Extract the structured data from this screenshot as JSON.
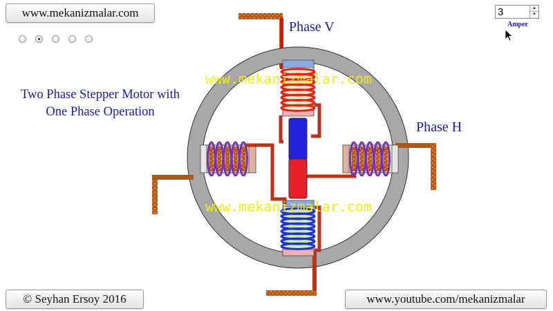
{
  "header": {
    "site_button": "www.mekanizmalar.com"
  },
  "radio_group": {
    "count": 5,
    "selected_index": 1
  },
  "title": {
    "line1": "Two Phase Stepper Motor with",
    "line2": "One Phase Operation"
  },
  "phases": {
    "v_label": "Phase V",
    "h_label": "Phase H"
  },
  "current": {
    "value": "3",
    "unit_label": "Amper"
  },
  "watermarks": {
    "top": "www.mekanizmalar.com",
    "bottom": "www.mekanizmalar.com"
  },
  "footer": {
    "copyright": "© Seyhan Ersoy 2016",
    "youtube": "www.youtube.com/mekanizmalar"
  },
  "colors": {
    "ring": "#a8a8a8",
    "wire": "#b9341a",
    "lead": "#a85a1c",
    "coil_v": "#e8201a",
    "coil_bottom": "#2030d8",
    "coil_h": "#7a30b0",
    "label_blue": "#1a1aa6",
    "magnet_n": "#2222dd",
    "magnet_s": "#e8202a"
  }
}
